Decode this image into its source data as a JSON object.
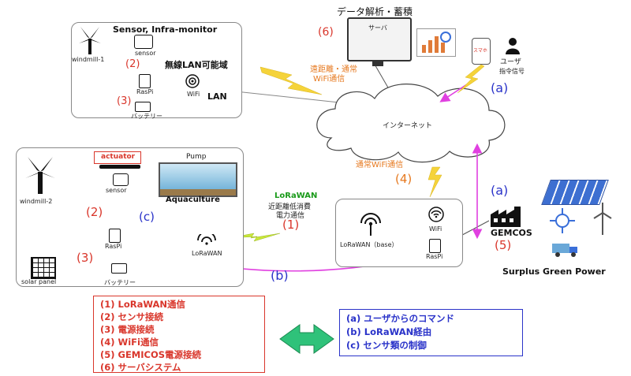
{
  "top_box": {
    "title": "Sensor, Infra-monitor",
    "windmill": "windmill-1",
    "sensor": "sensor",
    "raspi": "RasPi",
    "wifi": "WiFi",
    "battery": "バッテリー",
    "wireless_lan": "無線LAN可能域",
    "lan": "LAN",
    "num2": "(2)",
    "num3": "(3)"
  },
  "server": {
    "title": "データ解析・蓄積",
    "num": "(6)",
    "label": "サーバ",
    "phone_label": "スマホ",
    "user": "ユーザ",
    "command": "指令信号"
  },
  "wifi_long": [
    "遠距離・通常",
    "WiFi通信"
  ],
  "internet": "インターネット",
  "wifi_normal": "通常WiFi通信",
  "num4": "(4)",
  "bottom_box": {
    "actuator": "actuator",
    "pump": "Pump",
    "aquaculture": "Aquaculture",
    "windmill": "windmill-2",
    "sensor": "sensor",
    "raspi": "RasPi",
    "lorawan": "LoRaWAN",
    "solar": "solar panel",
    "battery": "バッテリー",
    "num2": "(2)",
    "num3": "(3)",
    "numc": "(c)"
  },
  "lora_text": {
    "title": "LoRaWAN",
    "line1": "近距離低消費",
    "line2": "電力通信",
    "num": "(1)"
  },
  "base": {
    "lorawan_base": "LoRaWAN（base）",
    "wifi": "WiFi",
    "raspi": "RasPi"
  },
  "gemcos": {
    "label": "GEMCOS",
    "num": "(5)",
    "surplus": "Surplus Green Power"
  },
  "arrows": {
    "a_top": "(a)",
    "a_right": "(a)",
    "b": "(b)"
  },
  "legend_left": [
    "(1) LoRaWAN通信",
    "(2) センサ接続",
    "(3) 電源接続",
    "(4) WiFi通信",
    "(5) GEMICOS電源接続",
    "(6) サーバシステム"
  ],
  "legend_right": [
    "(a) ユーザからのコマンド",
    "(b) LoRaWAN経由",
    "(c) センサ類の制御"
  ],
  "colors": {
    "red": "#d9362b",
    "blue": "#2a33c9",
    "orange": "#e6781e",
    "green": "#1a9a1a",
    "magenta": "#e040e0",
    "bolt": "#f5d33a"
  }
}
